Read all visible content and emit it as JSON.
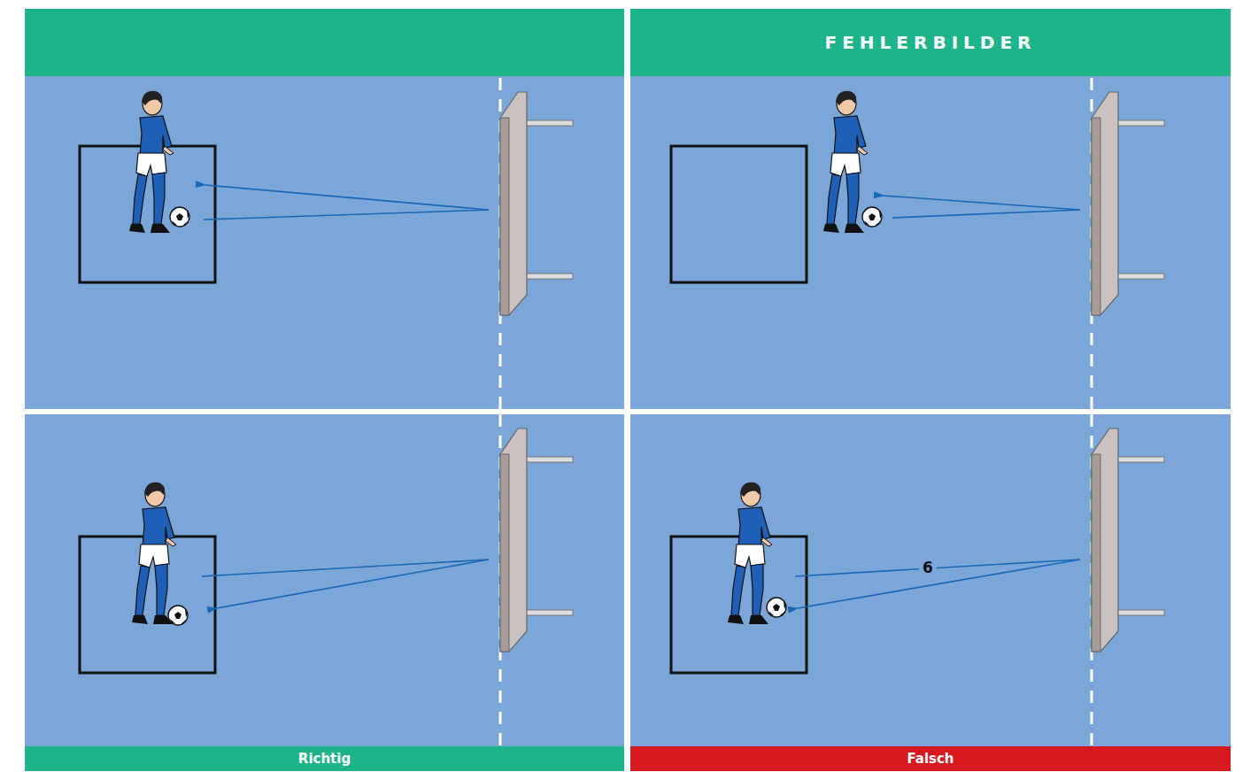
{
  "diagram": {
    "nodes": [
      {
        "text": [
          "FEHLERBILDER"
        ]
      },
      {
        "text": [
          "Richtig"
        ]
      },
      {
        "text": [
          "Falsch"
        ]
      }
    ],
    "labels": [
      "6"
    ]
  }
}
